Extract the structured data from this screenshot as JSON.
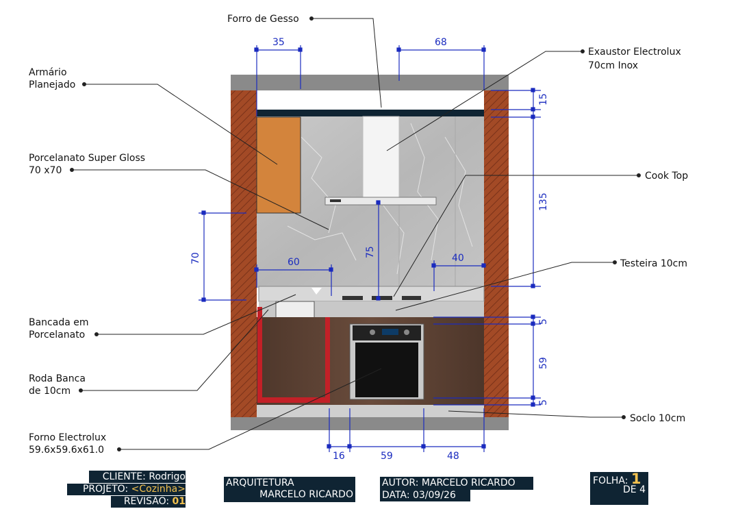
{
  "labels": {
    "forro": "Forro de Gesso",
    "exaustor_1": "Exaustor Electrolux",
    "exaustor_2": "70cm Inox",
    "armario_1": "Armário",
    "armario_2": "Planejado",
    "porcelanato_1": "Porcelanato Super Gloss",
    "porcelanato_2": "70 x70",
    "cooktop": "Cook Top",
    "testeira": "Testeira 10cm",
    "bancada_1": "Bancada em",
    "bancada_2": "Porcelanato",
    "roda_1": "Roda Banca",
    "roda_2": "de 10cm",
    "forno_1": "Forno Electrolux",
    "forno_2": "59.6x59.6x61.0",
    "soclo": "Soclo 10cm"
  },
  "dimensions": {
    "top_left": "35",
    "top_right": "68",
    "left_height": "70",
    "sink_width": "60",
    "cooktop_height": "75",
    "side_width": "40",
    "ceiling": "15",
    "wall_height": "135",
    "top_gap": "5",
    "oven_height": "59",
    "bottom_gap": "5",
    "bottom_left": "16",
    "bottom_mid": "59",
    "bottom_right": "48"
  },
  "titleblock": {
    "cliente_label": "CLIENTE:",
    "cliente": "Rodrigo",
    "projeto_label": "PROJETO:",
    "projeto": "<Cozinha>",
    "revisao_label": "REVISÃO:",
    "revisao": "01",
    "arq_1": "ARQUITETURA",
    "arq_2": "MARCELO RICARDO",
    "autor": "AUTOR: MARCELO RICARDO",
    "data": "DATA: 03/09/26",
    "folha_label": "FOLHA:",
    "folha": "1",
    "de": "DE 4"
  },
  "colors": {
    "dimension": "#1a2bbf",
    "titleblock_bg": "#0f2433",
    "highlight": "#f2c14e",
    "brick": "#a34a26",
    "cabinet": "#d3843c",
    "wood": "#5b4032",
    "roda_banca": "#c32027"
  }
}
